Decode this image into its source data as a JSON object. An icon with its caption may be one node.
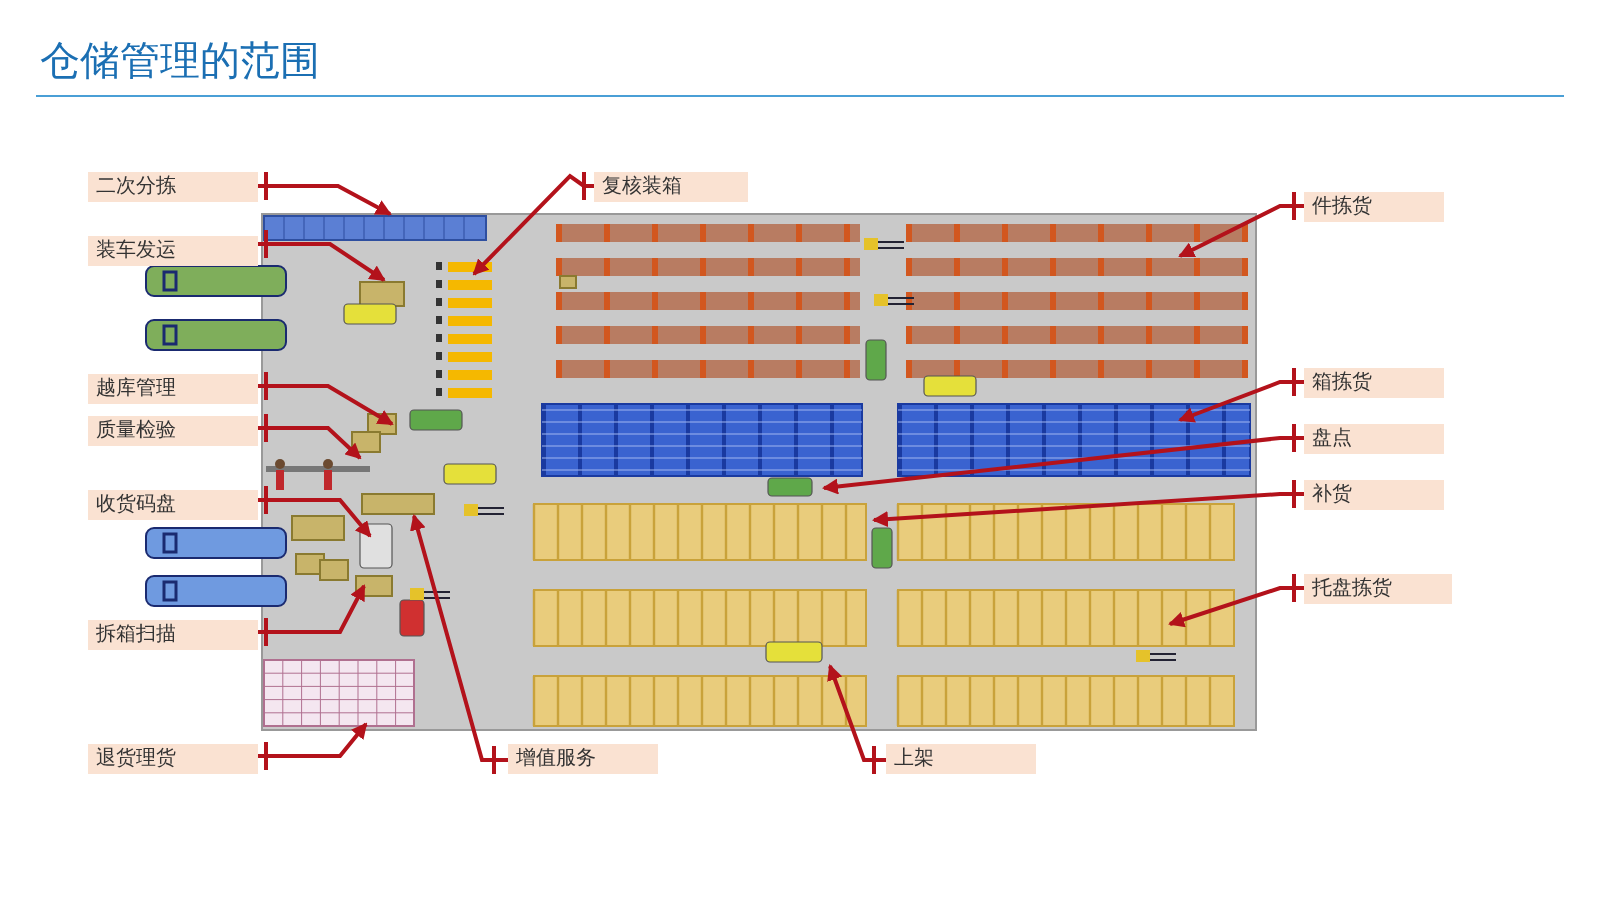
{
  "diagram": {
    "title": "仓储管理的范围",
    "nodes": [
      {
        "text": [
          "二次分拣"
        ]
      },
      {
        "text": [
          "复核装箱"
        ]
      },
      {
        "text": [
          "件拣货"
        ]
      },
      {
        "text": [
          "装车发运"
        ]
      },
      {
        "text": [
          "箱拣货"
        ]
      },
      {
        "text": [
          "越库管理"
        ]
      },
      {
        "text": [
          "质量检验"
        ]
      },
      {
        "text": [
          "盘点"
        ]
      },
      {
        "text": [
          "补货"
        ]
      },
      {
        "text": [
          "收货码盘"
        ]
      },
      {
        "text": [
          "托盘拣货"
        ]
      },
      {
        "text": [
          "拆箱扫描"
        ]
      },
      {
        "text": [
          "退货理货"
        ]
      },
      {
        "text": [
          "增值服务"
        ]
      },
      {
        "text": [
          "上架"
        ]
      }
    ],
    "edges": [
      {
        "from": 0,
        "to": null,
        "arrow": "to"
      },
      {
        "from": 1,
        "to": null,
        "arrow": "to"
      },
      {
        "from": 2,
        "to": null,
        "arrow": "to"
      },
      {
        "from": 3,
        "to": null,
        "arrow": "to"
      },
      {
        "from": 4,
        "to": null,
        "arrow": "to"
      },
      {
        "from": 5,
        "to": null,
        "arrow": "to"
      },
      {
        "from": 6,
        "to": null,
        "arrow": "to"
      },
      {
        "from": 7,
        "to": null,
        "arrow": "to"
      },
      {
        "from": 8,
        "to": null,
        "arrow": "to"
      },
      {
        "from": 9,
        "to": null,
        "arrow": "to"
      },
      {
        "from": 10,
        "to": null,
        "arrow": "to"
      },
      {
        "from": 11,
        "to": null,
        "arrow": "to"
      },
      {
        "from": 12,
        "to": null,
        "arrow": "to"
      },
      {
        "from": 13,
        "to": null,
        "arrow": "to"
      },
      {
        "from": 14,
        "to": null,
        "arrow": "to"
      }
    ]
  }
}
